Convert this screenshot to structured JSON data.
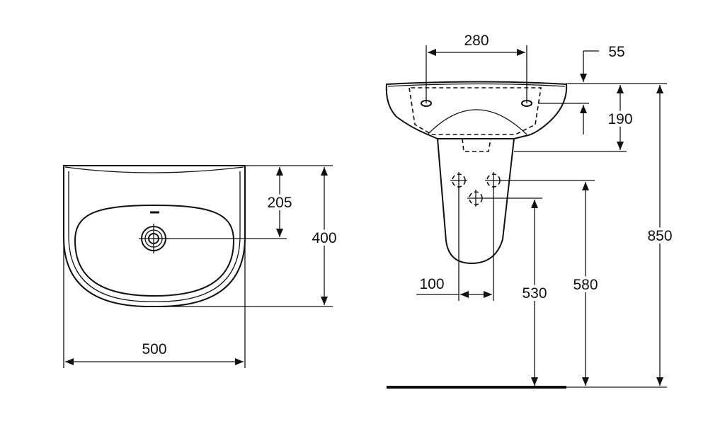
{
  "dimensions": {
    "width": "500",
    "depth_total": "400",
    "depth_tap": "205",
    "tap_spacing": "280",
    "rim_thickness": "55",
    "basin_height": "190",
    "total_height": "850",
    "waste_height": "580",
    "supply_height": "530",
    "supply_spacing": "100"
  }
}
